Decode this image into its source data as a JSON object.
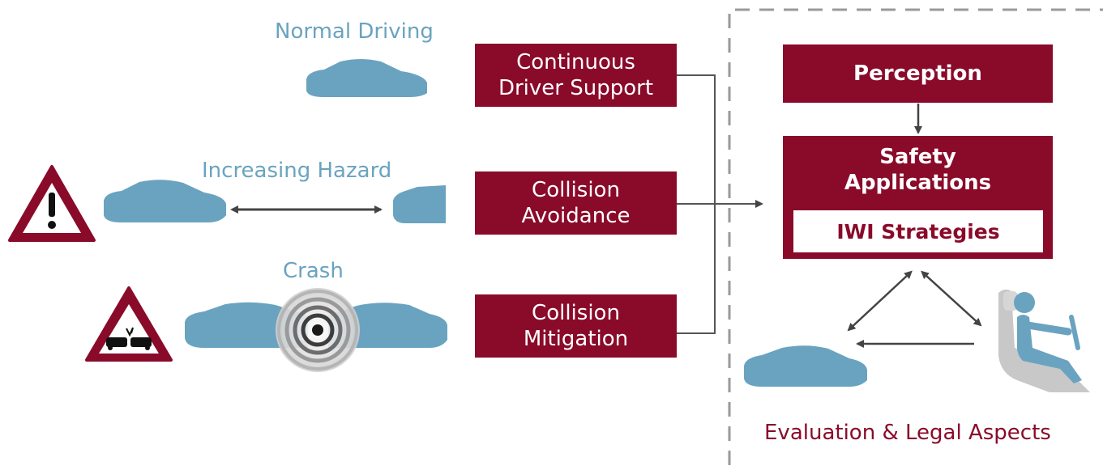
{
  "scenarios": [
    {
      "label": "Normal Driving"
    },
    {
      "label": "Increasing Hazard"
    },
    {
      "label": "Crash"
    }
  ],
  "phases": [
    {
      "line1": "Continuous",
      "line2": "Driver Support"
    },
    {
      "line1": "Collision",
      "line2": "Avoidance"
    },
    {
      "line1": "Collision",
      "line2": "Mitigation"
    }
  ],
  "right_panel": {
    "perception": "Perception",
    "safety_line1": "Safety",
    "safety_line2": "Applications",
    "iwi": "IWI Strategies",
    "footer": "Evaluation & Legal Aspects"
  },
  "icons": [
    "car-icon",
    "warning-sign-icon",
    "crash-sign-icon",
    "impact-rings-icon",
    "driver-seat-icon",
    "double-arrow-icon"
  ],
  "colors": {
    "maroon": "#8a0a2a",
    "car_blue": "#6aa3c0",
    "gray_line": "#555555",
    "dash_border": "#9a9a9a"
  }
}
